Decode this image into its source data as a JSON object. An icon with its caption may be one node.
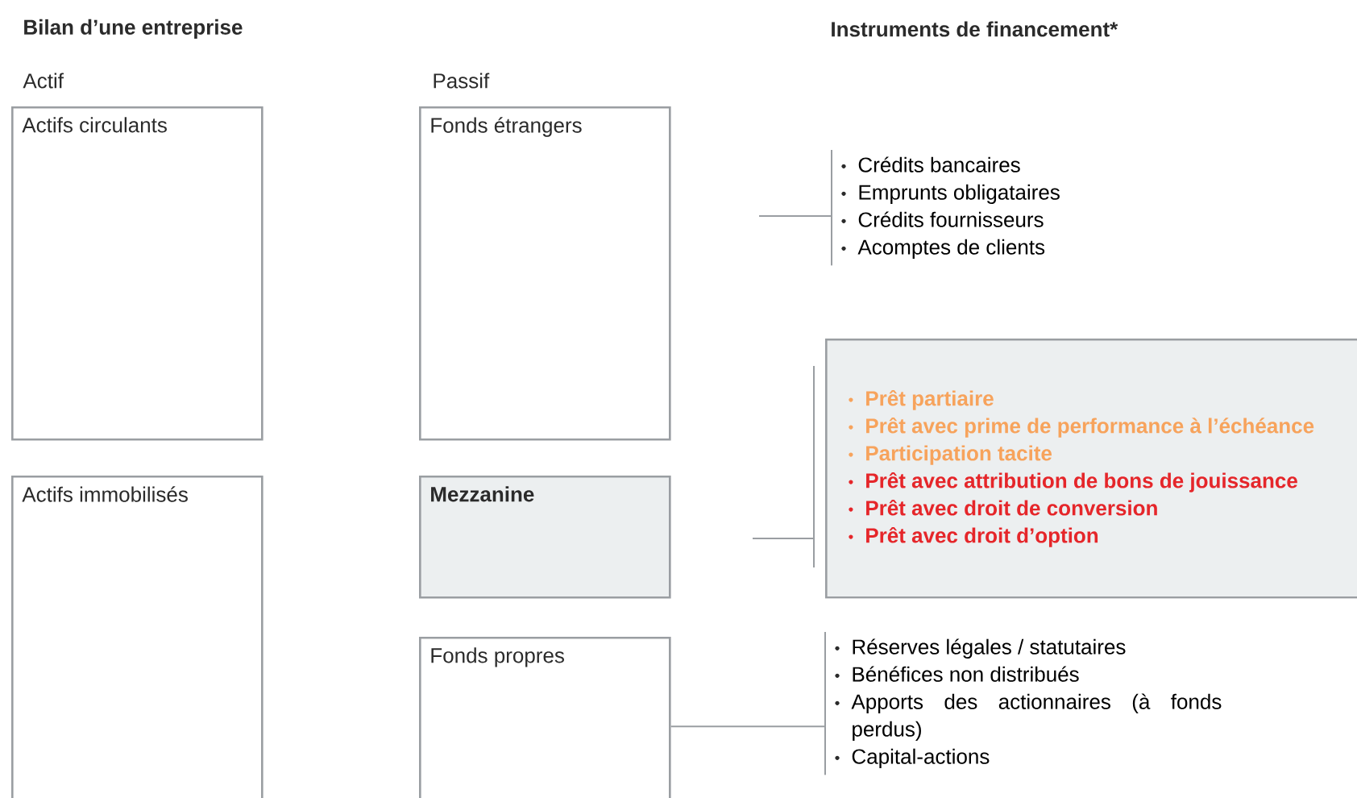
{
  "diagram": {
    "title": "Bilan d’une entreprise",
    "nodes": [
      {
        "text": [
          "Actifs circulants"
        ]
      },
      {
        "text": [
          "Actifs immobilisés"
        ]
      },
      {
        "text": [
          "Fonds étrangers"
        ]
      },
      {
        "text": [
          "Mezzanine"
        ]
      },
      {
        "text": [
          "Fonds propres"
        ]
      },
      {
        "text": [
          "Crédits bancaires",
          "Emprunts obligataires",
          "Crédits fournisseurs",
          "Acomptes de clients"
        ]
      },
      {
        "text": [
          "Prêt partiaire",
          "Prêt avec prime de performance à l’échéance",
          "Participation tacite",
          "Prêt avec attribution de bons de jouissance",
          "Prêt avec droit de conversion",
          "Prêt avec droit d’option"
        ]
      },
      {
        "text": [
          "Réserves légales / statutaires",
          "Bénéfices non distribués",
          "Apports des actionnaires (à fonds perdus)",
          "Capital-actions"
        ]
      }
    ],
    "edges": [
      {
        "from": null,
        "to": 5,
        "arrow": "none"
      },
      {
        "from": null,
        "to": 6,
        "arrow": "none"
      },
      {
        "from": 4,
        "to": 7,
        "arrow": "none"
      }
    ],
    "labels": [
      "Instruments de financement*",
      "Actif",
      "Passif"
    ]
  }
}
